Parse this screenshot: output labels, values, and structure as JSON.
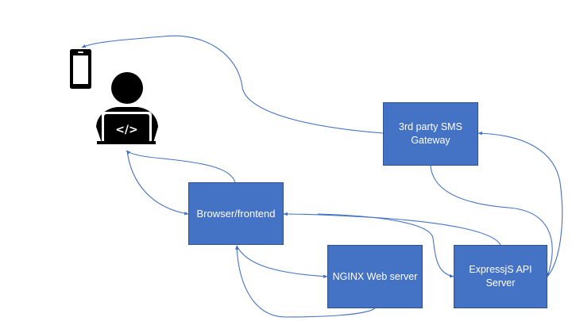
{
  "diagram": {
    "title": "",
    "nodes": [
      {
        "id": "sms",
        "label": "3rd party SMS\nGateway"
      },
      {
        "id": "browser",
        "label": "Browser/frontend"
      },
      {
        "id": "nginx",
        "label": "NGINX Web server"
      },
      {
        "id": "express",
        "label": "ExpressjS API\nServer"
      }
    ],
    "icons": [
      {
        "id": "phone",
        "semantic": "mobile-phone-icon"
      },
      {
        "id": "user",
        "semantic": "developer-at-laptop-icon",
        "screen_glyph": "</>"
      }
    ],
    "edges": [
      {
        "from": "sms",
        "to": "phone"
      },
      {
        "from": "browser",
        "to": "user"
      },
      {
        "from": "user",
        "to": "browser"
      },
      {
        "from": "browser",
        "to": "nginx"
      },
      {
        "from": "nginx",
        "to": "browser"
      },
      {
        "from": "express",
        "to": "browser"
      },
      {
        "from": "browser",
        "to": "express"
      },
      {
        "from": "sms",
        "to": "express"
      },
      {
        "from": "express",
        "to": "sms"
      }
    ],
    "colors": {
      "box_fill": "#4472c4",
      "box_border": "#2f528f",
      "connector": "#4472c4",
      "icon": "#000000"
    }
  }
}
